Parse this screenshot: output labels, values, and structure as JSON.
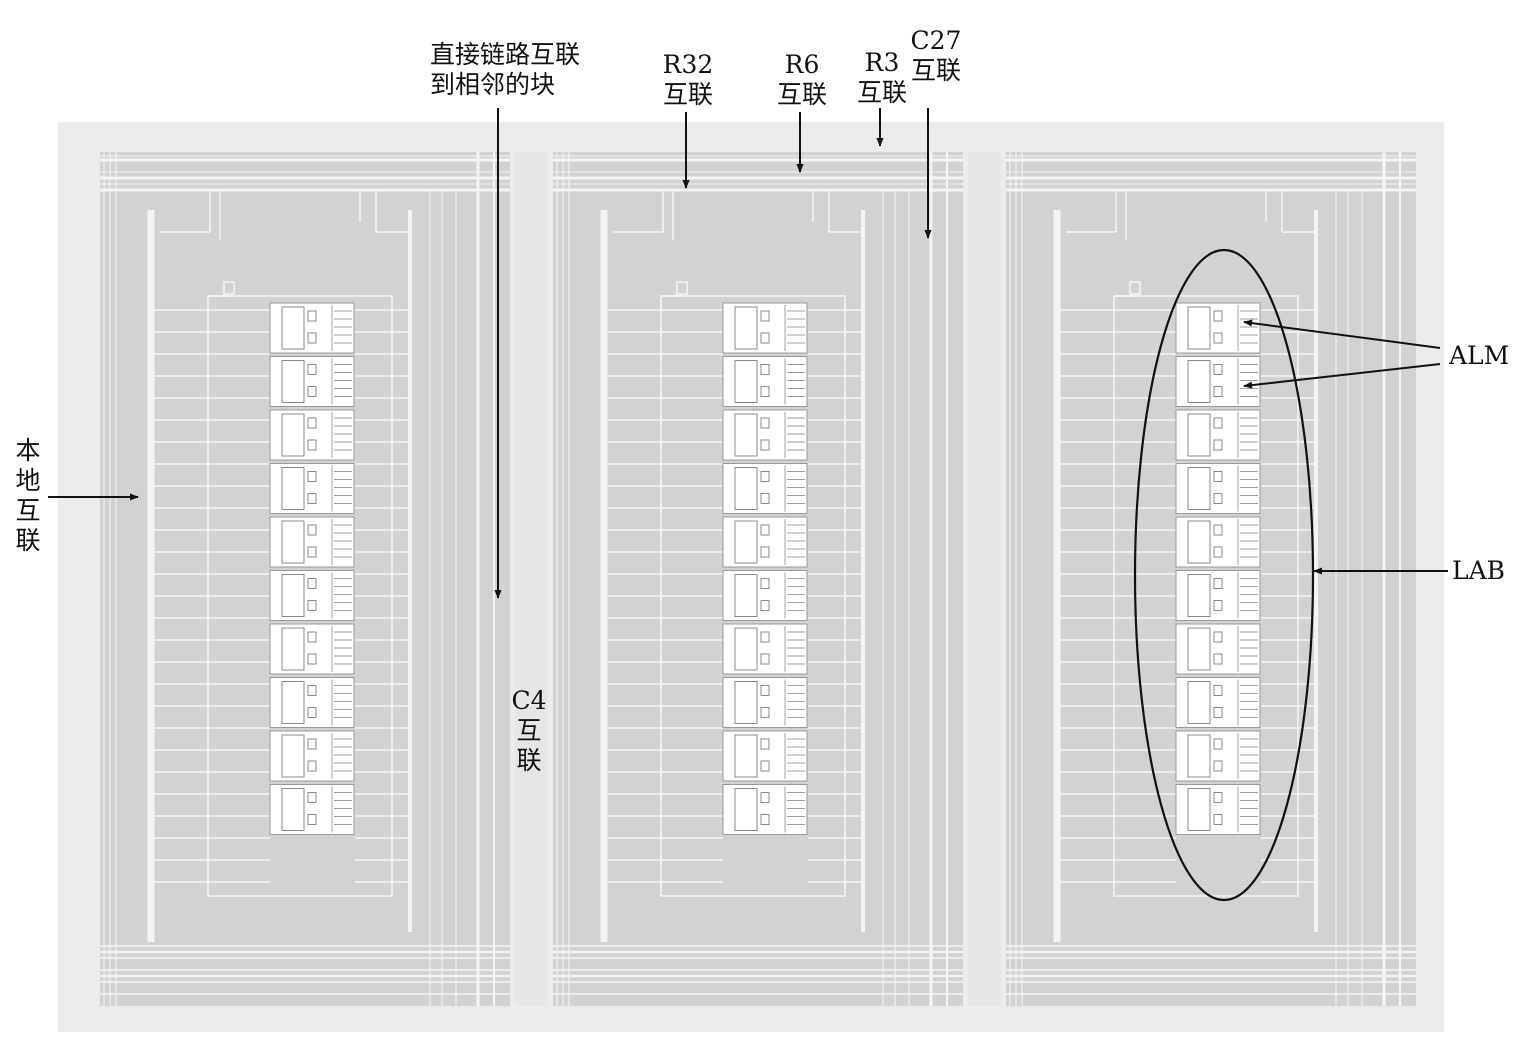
{
  "colors": {
    "outer_background": "#ebebeb",
    "block_fill": "#d2d2d2",
    "wire": "#f4f4f4",
    "alm_fill": "#ffffff",
    "annotation": "#111111"
  },
  "labels": {
    "direct_link_line1": "直接链路互联",
    "direct_link_line2": "到相邻的块",
    "r32_line1": "R32",
    "r32_line2": "互联",
    "r6_line1": "R6",
    "r6_line2": "互联",
    "r3_line1": "R3",
    "r3_line2": "互联",
    "c27_line1": "C27",
    "c27_line2": "互联",
    "local_chars": [
      "本",
      "地",
      "互",
      "联"
    ],
    "c4_line1": "C4",
    "c4_chars": [
      "互",
      "联"
    ],
    "alm": "ALM",
    "lab": "LAB"
  },
  "diagram": {
    "lab_block_count": 3,
    "alm_per_lab": 10
  }
}
